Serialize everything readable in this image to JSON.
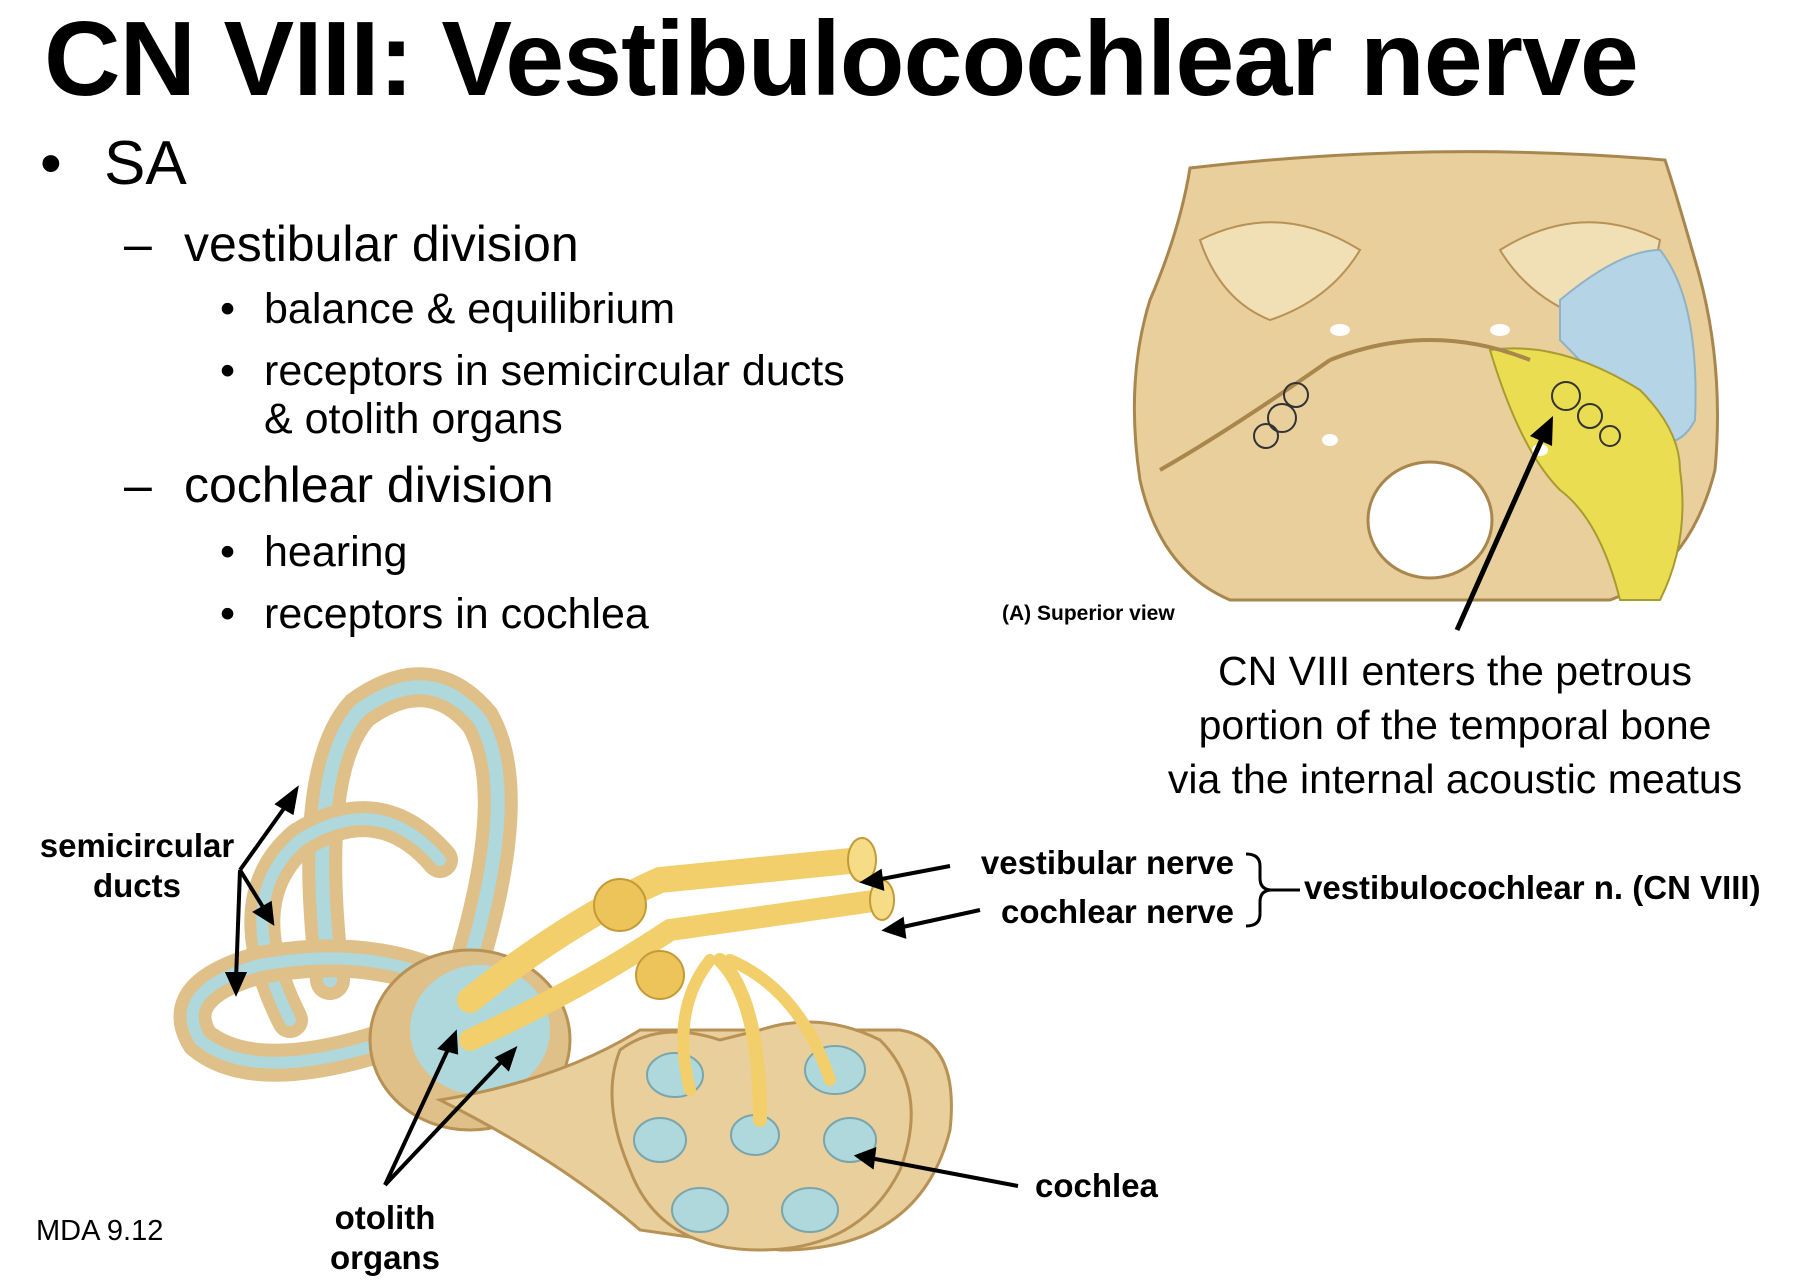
{
  "title": "CN VIII: Vestibulocochlear nerve",
  "outline": {
    "sa": {
      "bullet": "•",
      "text": "SA"
    },
    "vestibular": {
      "dash": "–",
      "text": "vestibular division"
    },
    "vestibular_items": [
      {
        "bullet": "•",
        "text": "balance & equilibrium"
      },
      {
        "bullet": "•",
        "text": "receptors in semicircular ducts",
        "cont": "& otolith organs"
      }
    ],
    "cochlear": {
      "dash": "–",
      "text": "cochlear division"
    },
    "cochlear_items": [
      {
        "bullet": "•",
        "text": "hearing"
      },
      {
        "bullet": "•",
        "text": "receptors in cochlea"
      }
    ]
  },
  "skull_figure": {
    "view_label": "(A) Superior view",
    "caption_lines": [
      "CN VIII enters the petrous",
      "portion of the temporal bone",
      "via the internal acoustic meatus"
    ]
  },
  "ear_figure": {
    "labels": {
      "semicircular_1": "semicircular",
      "semicircular_2": "ducts",
      "vestibular_nerve": "vestibular nerve",
      "cochlear_nerve": "cochlear nerve",
      "cn8": "vestibulocochlear n. (CN VIII)",
      "cochlea": "cochlea",
      "otolith_1": "otolith",
      "otolith_2": "organs"
    },
    "source": "MDA 9.12"
  },
  "colors": {
    "bone": "#e8cf9c",
    "bone_dark": "#b89155",
    "nerve": "#f2cf6a",
    "fluid": "#aed8dc",
    "petrous_yellow": "#eadd52",
    "blue_region": "#b5d5e6"
  }
}
